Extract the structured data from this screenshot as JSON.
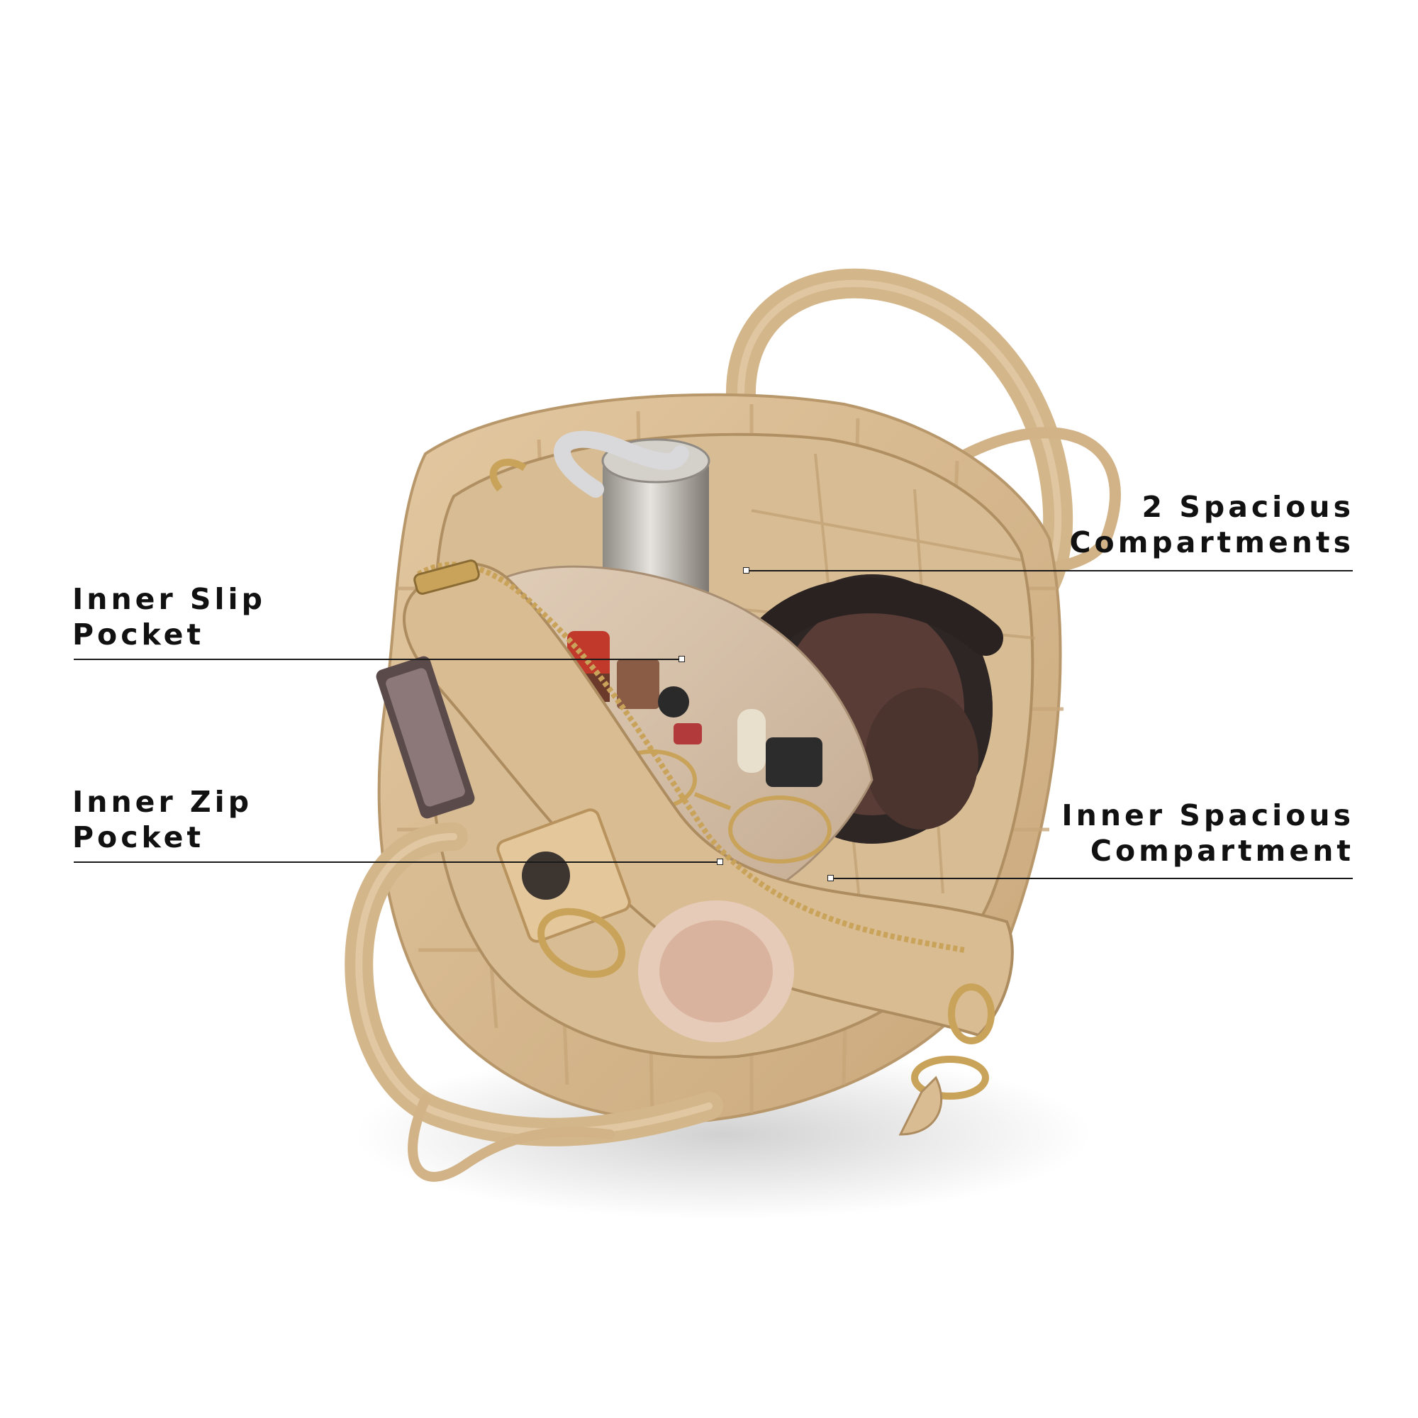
{
  "callouts": {
    "compartments_two": {
      "line1": "2 Spacious",
      "line2": "Compartments"
    },
    "inner_slip": {
      "line1": "Inner Slip",
      "line2": "Pocket"
    },
    "inner_zip": {
      "line1": "Inner Zip",
      "line2": "Pocket"
    },
    "inner_spacious": {
      "line1": "Inner Spacious",
      "line2": "Compartment"
    }
  },
  "colors": {
    "leather": "#d9bc92",
    "leather_dark": "#b99a6e",
    "lining": "#d6c2ac",
    "gold": "#c9a35a",
    "headphone": "#3b2e2a",
    "text": "#111111"
  }
}
